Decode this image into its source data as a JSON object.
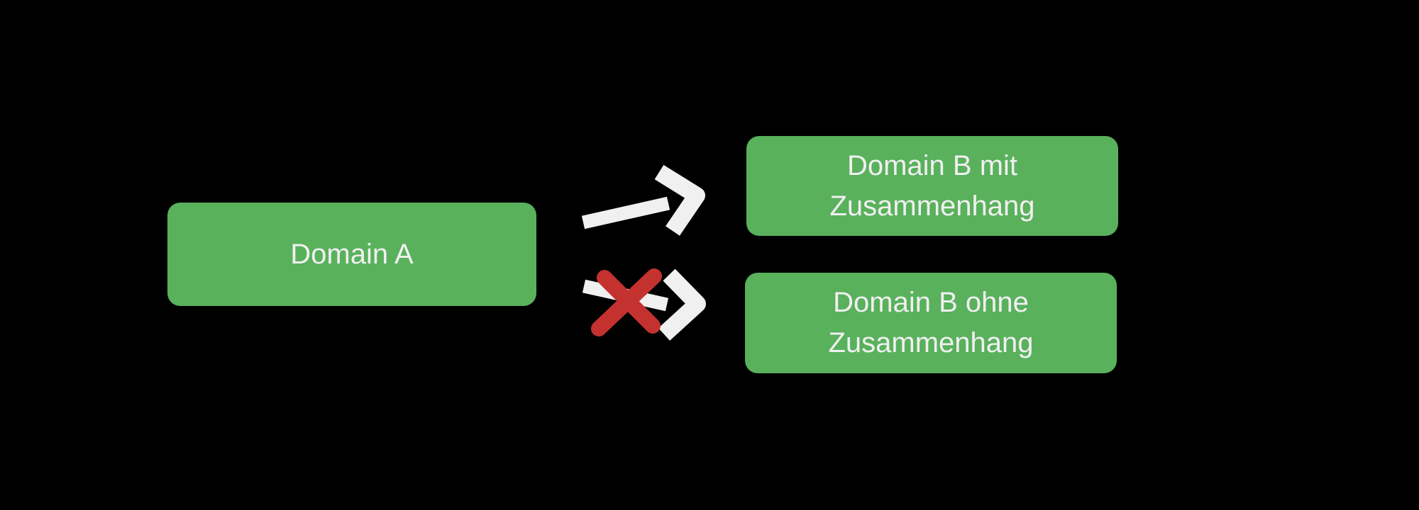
{
  "page": {
    "background": "#000000"
  },
  "colors": {
    "node_fill": "#59b15c",
    "node_text": "#f0f0f0",
    "arrow_white": "#f0f0f0",
    "cross_red": "#c43230"
  },
  "diagram": {
    "nodes": [
      {
        "id": "domain-a",
        "label": "Domain A"
      },
      {
        "id": "domain-b-mit",
        "label": "Domain B mit Zusammenhang"
      },
      {
        "id": "domain-b-ohne",
        "label": "Domain B ohne Zusammenhang"
      }
    ],
    "edges": [
      {
        "from": "domain-a",
        "to": "domain-b-mit",
        "icon": "arrow-up-right-icon",
        "status": "allowed"
      },
      {
        "from": "domain-a",
        "to": "domain-b-ohne",
        "icon": "arrow-down-right-icon",
        "overlay_icon": "red-cross-icon",
        "status": "not-allowed"
      }
    ]
  }
}
